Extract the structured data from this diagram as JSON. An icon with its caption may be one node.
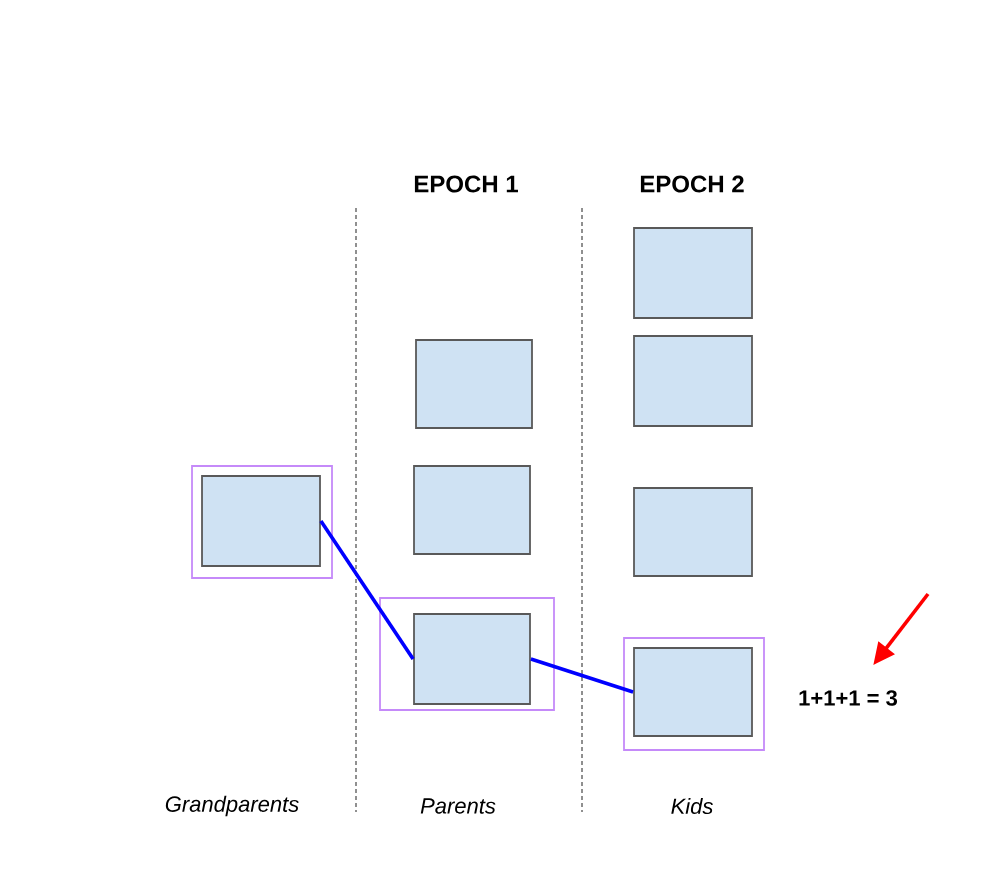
{
  "diagram": {
    "nodes": [
      {
        "text": [],
        "shape": "box"
      },
      {
        "text": [],
        "shape": "box",
        "in": 0
      },
      {
        "text": [],
        "shape": "box"
      },
      {
        "text": [],
        "shape": "box"
      },
      {
        "text": [],
        "shape": "box"
      },
      {
        "text": [],
        "shape": "box",
        "in": 4
      },
      {
        "text": [],
        "shape": "box"
      },
      {
        "text": [],
        "shape": "box"
      },
      {
        "text": [],
        "shape": "box"
      },
      {
        "text": [],
        "shape": "box"
      },
      {
        "text": [],
        "shape": "box",
        "in": 9
      },
      {
        "text": [
          "1+1+1 = 3"
        ]
      }
    ],
    "edges": [
      {
        "from": 1,
        "to": 5,
        "arrow": "none"
      },
      {
        "from": 5,
        "to": 10,
        "arrow": "none"
      },
      {
        "from": null,
        "to": 11,
        "arrow": "to",
        "color": "#ff0000"
      }
    ],
    "labels": [
      "EPOCH 1",
      "EPOCH 2",
      "Grandparents",
      "Parents",
      "Kids"
    ]
  }
}
